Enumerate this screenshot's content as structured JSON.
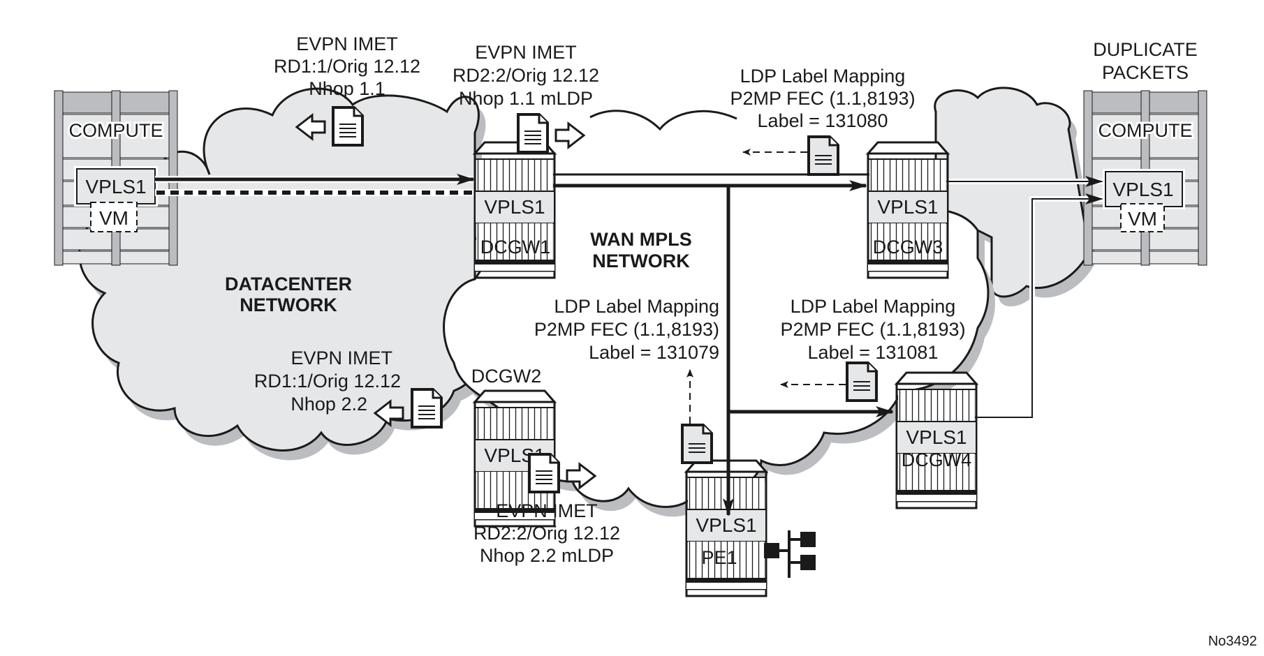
{
  "figure_id": "No3492",
  "colors": {
    "datacenter_cloud": "#e6e7e8",
    "wan_cloud": "#ffffff",
    "cloud_shadow": "#bcbdc0",
    "router_band": "#e6e7e8",
    "rack_frame": "#bcbdc0",
    "line": "#1a1a1a"
  },
  "clouds": {
    "datacenter": {
      "title_line1": "DATACENTER",
      "title_line2": "NETWORK"
    },
    "wan": {
      "title_line1": "WAN MPLS",
      "title_line2": "NETWORK"
    }
  },
  "compute_left": {
    "label": "COMPUTE",
    "service": "VPLS1",
    "vm": "VM"
  },
  "compute_right": {
    "label": "COMPUTE",
    "service": "VPLS1",
    "vm": "VM",
    "note_line1": "DUPLICATE",
    "note_line2": "PACKETS"
  },
  "routers": [
    {
      "id": "dcgw1",
      "name": "DCGW1",
      "service": "VPLS1"
    },
    {
      "id": "dcgw2",
      "name": "DCGW2",
      "service": "VPLS1"
    },
    {
      "id": "dcgw3",
      "name": "DCGW3",
      "service": "VPLS1"
    },
    {
      "id": "dcgw4",
      "name": "DCGW4",
      "service": "VPLS1"
    },
    {
      "id": "pe1",
      "name": "PE1",
      "service": "VPLS1"
    }
  ],
  "messages": {
    "imet_dcgw1_dc": [
      "EVPN IMET",
      "RD1:1/Orig 12.12",
      "Nhop 1.1"
    ],
    "imet_dcgw1_wan": [
      "EVPN IMET",
      "RD2:2/Orig 12.12",
      "Nhop 1.1 mLDP"
    ],
    "imet_dcgw2_dc": [
      "EVPN IMET",
      "RD1:1/Orig 12.12",
      "Nhop 2.2"
    ],
    "imet_dcgw2_wan": [
      "EVPN IMET",
      "RD2:2/Orig 12.12",
      "Nhop 2.2 mLDP"
    ],
    "ldp_dcgw3": [
      "LDP Label Mapping",
      "P2MP FEC (1.1,8193)",
      "Label = 131080"
    ],
    "ldp_pe1": [
      "LDP Label Mapping",
      "P2MP FEC (1.1,8193)",
      "Label = 131079"
    ],
    "ldp_dcgw4": [
      "LDP Label Mapping",
      "P2MP FEC (1.1,8193)",
      "Label = 131081"
    ]
  },
  "icons": {
    "document": "document-icon",
    "hollow_arrow": "hollow-arrow-icon",
    "lan": "lan-network-icon"
  }
}
